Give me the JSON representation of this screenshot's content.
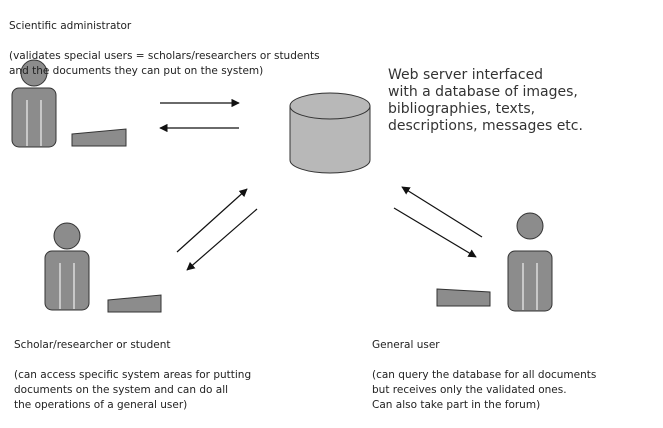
{
  "admin": {
    "title": "Scientific administrator",
    "desc": "(validates special users = scholars/researchers or students\nand the documents they can put on the system)"
  },
  "server": {
    "text": "Web server interfaced\nwith a database of images,\nbibliographies, texts,\ndescriptions, messages etc."
  },
  "scholar": {
    "title": "Scholar/researcher or student",
    "desc": "(can access specific system areas for putting\ndocuments on the system and can do all\nthe operations of a general user)"
  },
  "general": {
    "title": "General user",
    "desc": "(can query the database for all documents\nbut receives only the validated ones.\nCan also take part in the forum)"
  },
  "colors": {
    "figure": "#8c8c8c",
    "database": "#b8b8b8",
    "arrow": "#111111"
  }
}
